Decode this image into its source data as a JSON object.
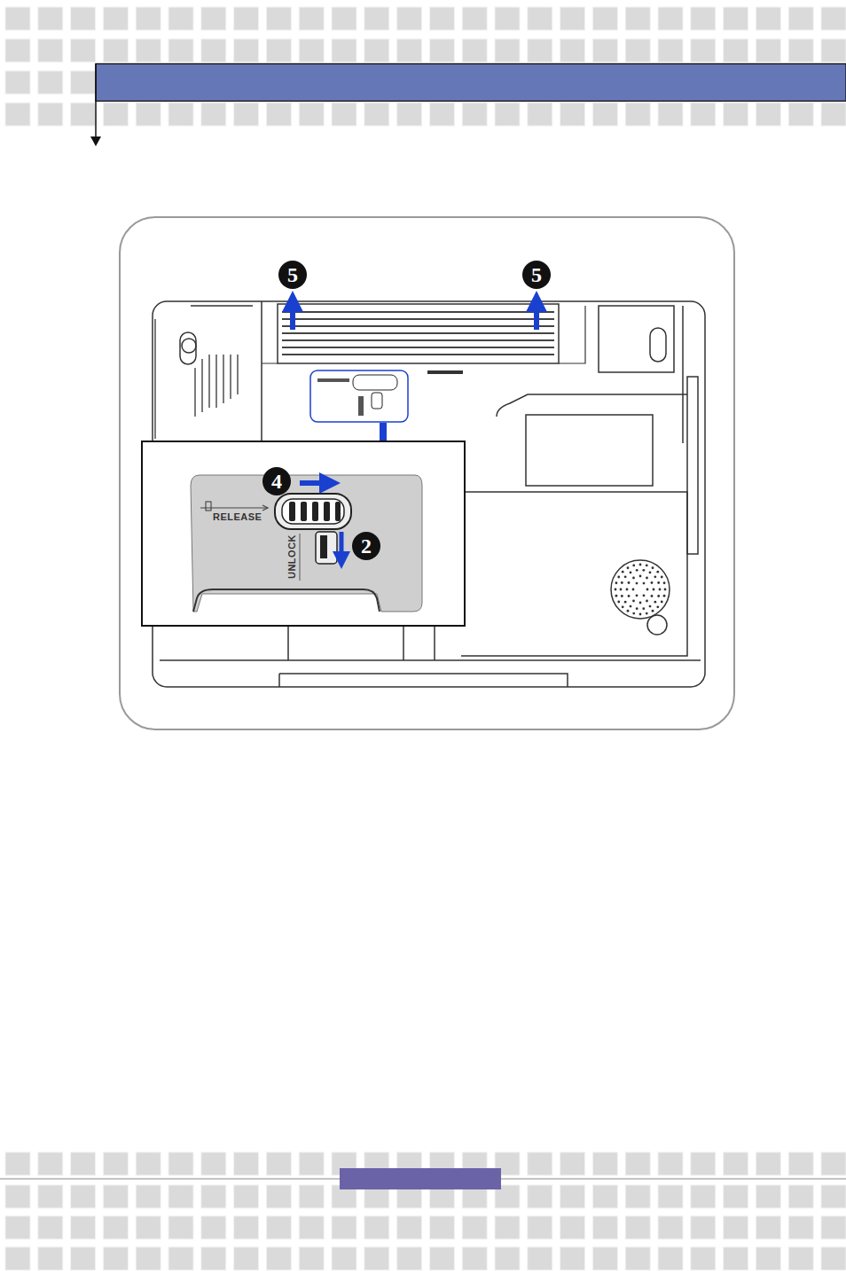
{
  "diagram": {
    "labels": [
      "5",
      "5",
      "4",
      "2",
      "RELEASE",
      "UNLOCK"
    ]
  }
}
